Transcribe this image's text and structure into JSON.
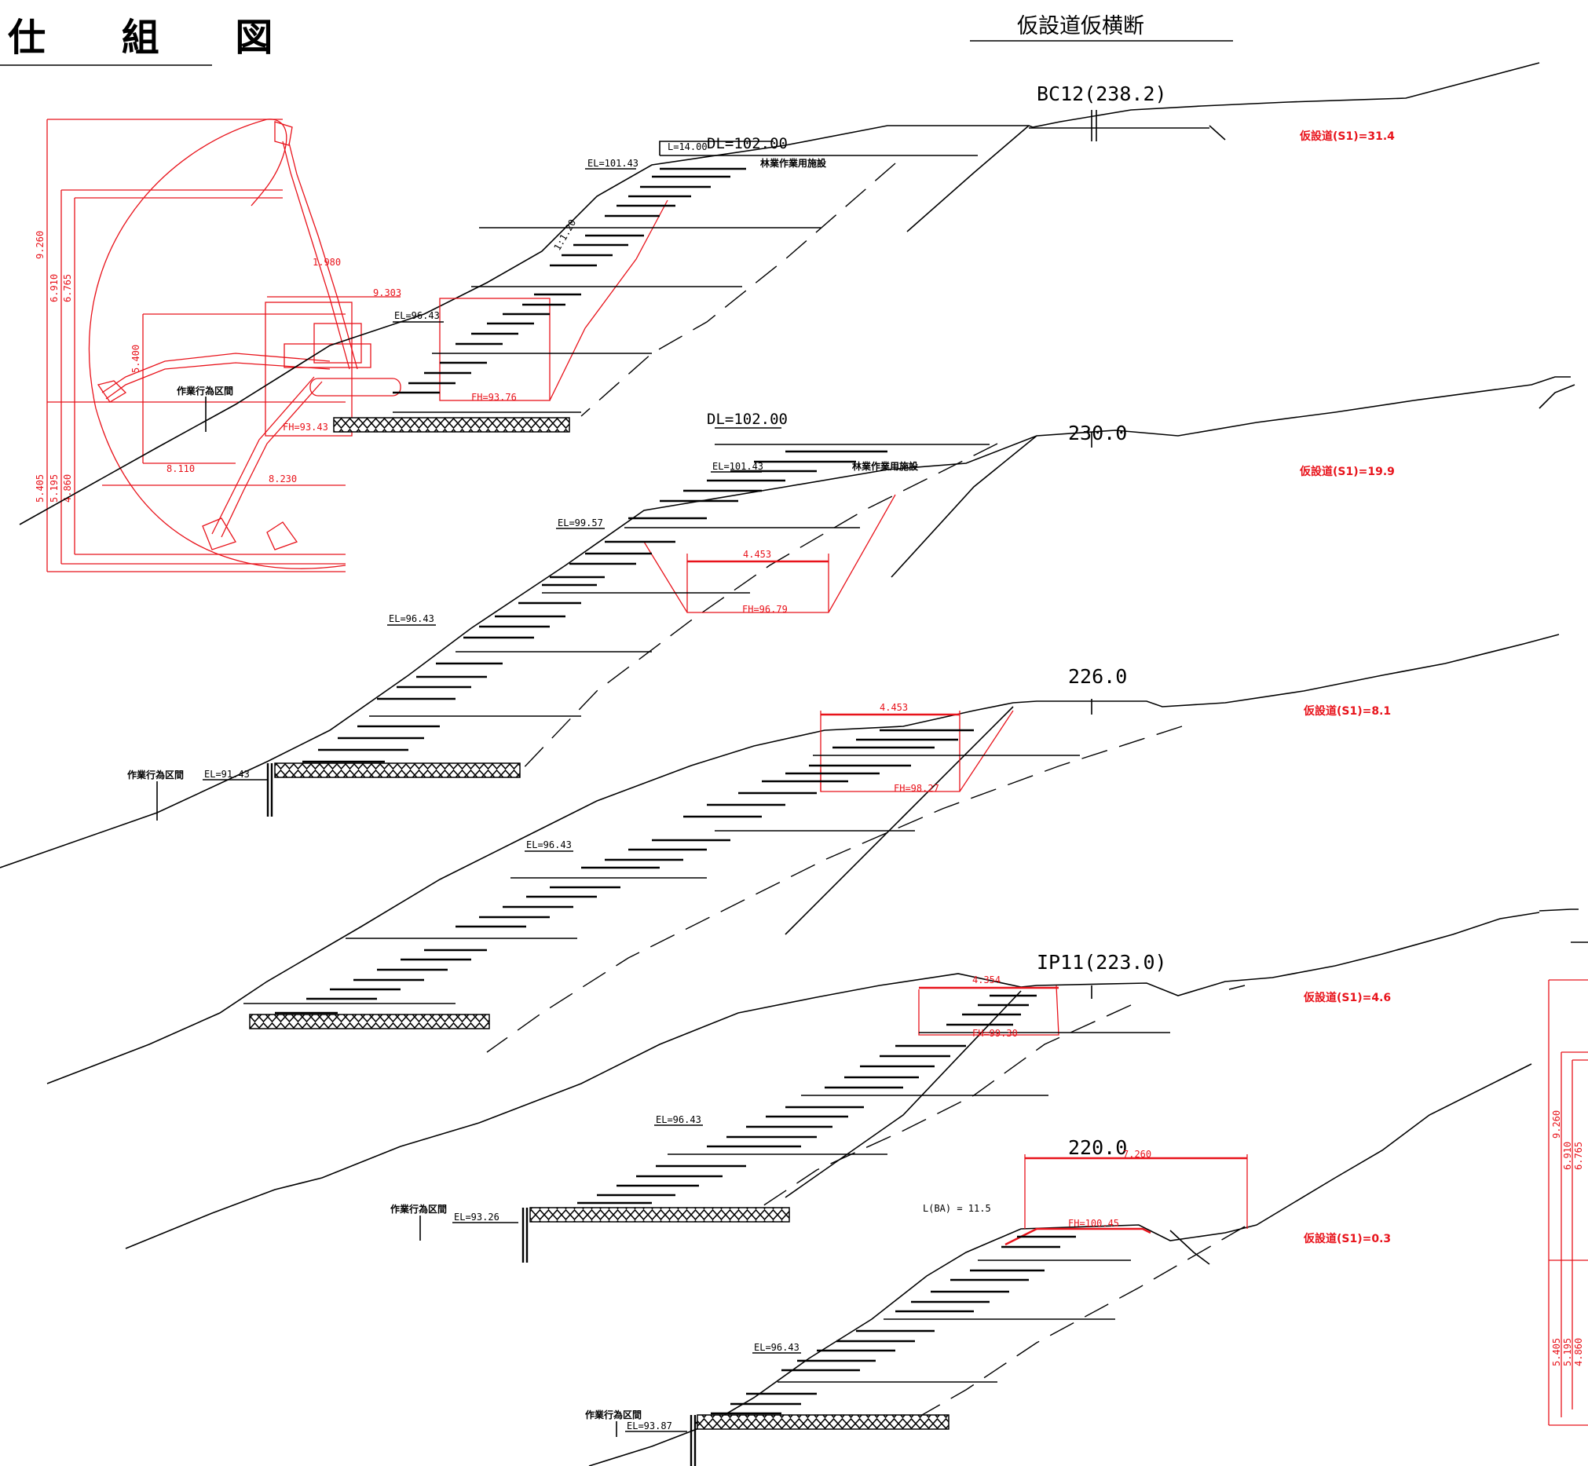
{
  "title": "仕 組 図",
  "header": "仮設道仮横断",
  "excavator_dims": {
    "left": [
      "9.260",
      "6.910",
      "6.765",
      "5.405",
      "5.195",
      "4.860"
    ],
    "mid": [
      "5.400",
      "1.980",
      "9.303",
      "8.110",
      "8.230"
    ],
    "right": [
      "9.260",
      "6.910",
      "6.765",
      "5.405",
      "5.195",
      "4.860"
    ]
  },
  "sections": [
    {
      "station": "BC12(238.2)",
      "road_label": "仮設道(S1)=31.4",
      "dl": "DL=102.00",
      "length": "L=14.00",
      "facility": "林業作業用施設",
      "el_top": "EL=101.43",
      "slope": "1:1.20",
      "el_mid": "EL=96.43",
      "fh": "FH=93.76",
      "fh_low": "FH=93.43",
      "work_zone": "作業行為区間"
    },
    {
      "station": "230.0",
      "road_label": "仮設道(S1)=19.9",
      "dl": "DL=102.00",
      "el_top": "EL=101.43",
      "facility": "林業作業用施設",
      "el_1": "EL=99.57",
      "width": "4.453",
      "fh": "FH=96.79",
      "el_mid": "EL=96.43",
      "el_base": "EL=91.43",
      "work_zone": "作業行為区間"
    },
    {
      "station": "226.0",
      "road_label": "仮設道(S1)=8.1",
      "width": "4.453",
      "fh": "FH=98.27",
      "el_mid": "EL=96.43"
    },
    {
      "station": "IP11(223.0)",
      "road_label": "仮設道(S1)=4.6",
      "width": "4.354",
      "fh": "FH=99.30",
      "el_mid": "EL=96.43",
      "el_base": "EL=93.26",
      "work_zone": "作業行為区間"
    },
    {
      "station": "220.0",
      "road_label": "仮設道(S1)=0.3",
      "width": "7.260",
      "l_ba": "L(BA) =  11.5",
      "fh": "FH=100.45",
      "el_mid": "EL=96.43",
      "el_base": "EL=93.87",
      "work_zone": "作業行為区間"
    }
  ]
}
